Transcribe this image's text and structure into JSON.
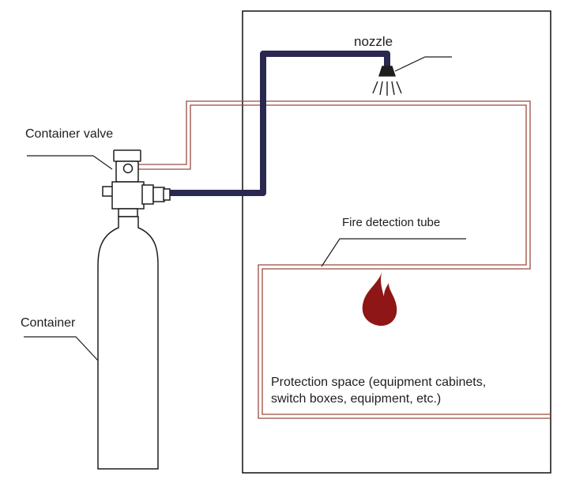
{
  "labels": {
    "nozzle": "nozzle",
    "container_valve": "Container valve",
    "container": "Container",
    "fire_detection_tube": "Fire detection tube",
    "protection_space_line1": "Protection space (equipment cabinets,",
    "protection_space_line2": "switch boxes, equipment, etc.)"
  },
  "colors": {
    "outline": "#1e1e1e",
    "hose": "#2b2850",
    "detection_tube": "#9a4a40",
    "flame": "#8e1616",
    "background": "#ffffff"
  }
}
